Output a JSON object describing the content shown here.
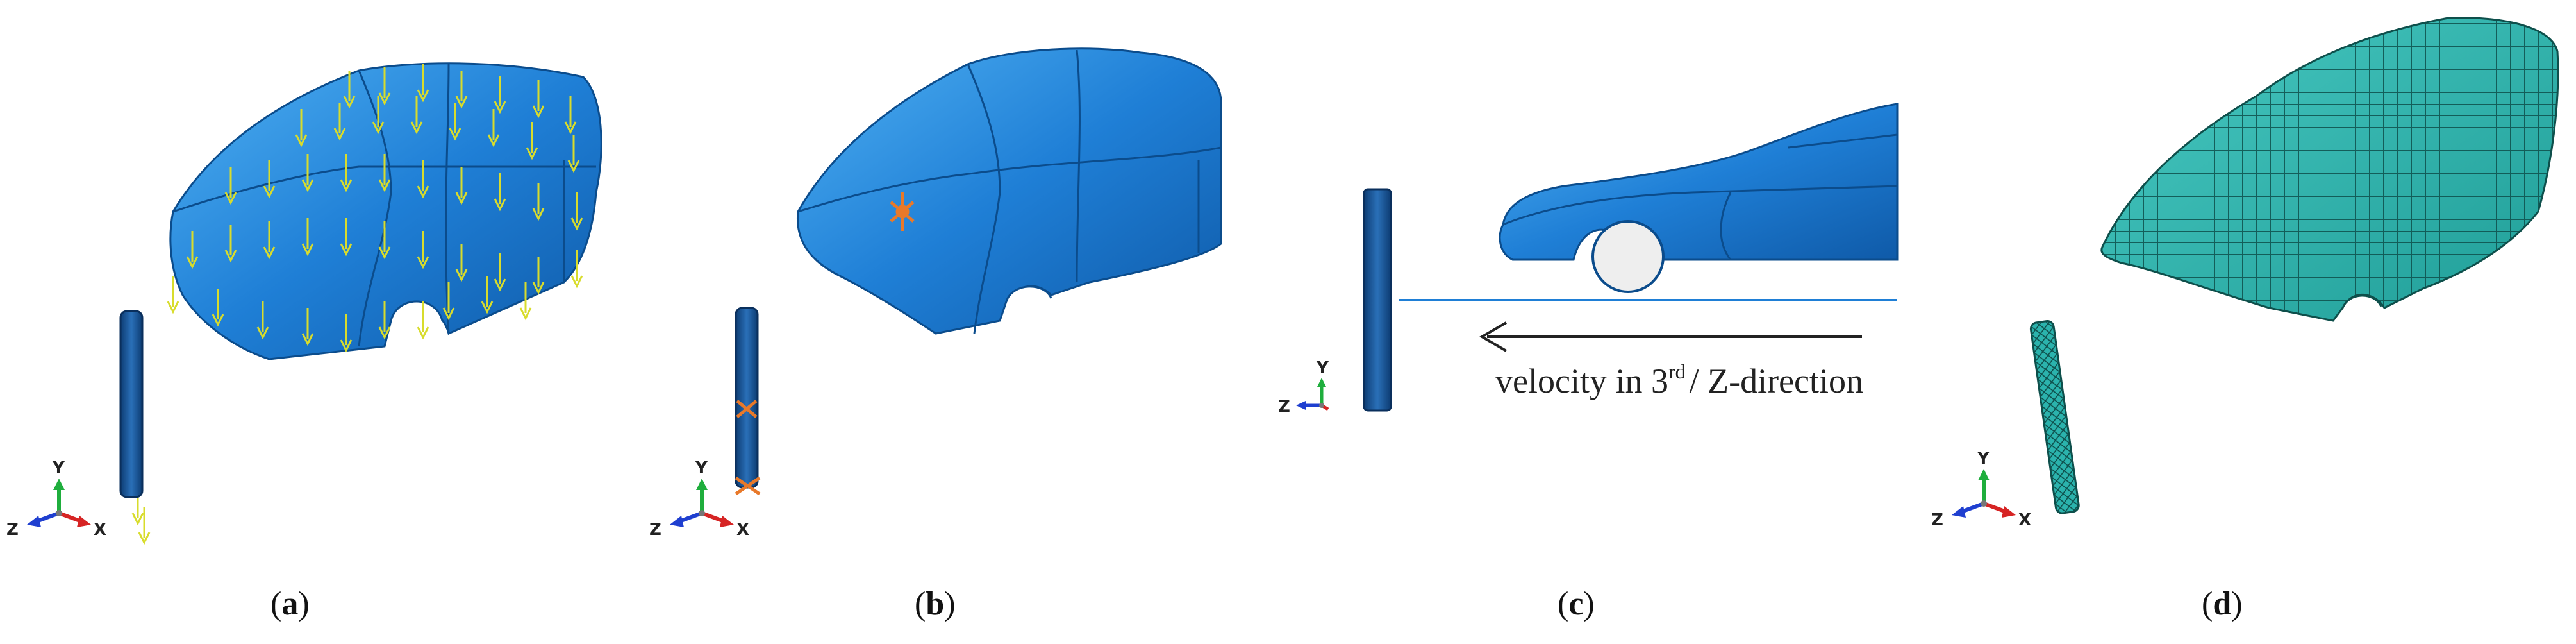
{
  "panels": [
    {
      "id": "a",
      "label": "a"
    },
    {
      "id": "b",
      "label": "b"
    },
    {
      "id": "c",
      "label": "c"
    },
    {
      "id": "d",
      "label": "d"
    }
  ],
  "axes": {
    "x": "X",
    "y": "Y",
    "z": "Z"
  },
  "velocity_text": {
    "prefix": "velocity in 3",
    "sup": "rd",
    "suffix": "/ Z-direction"
  },
  "colors": {
    "body_blue": "#1f7fd6",
    "body_light": "#3fa2ec",
    "body_dark": "#0c4f92",
    "pole_blue": "#15508f",
    "arrow_yellow": "#d8dc2c",
    "constraint_orange": "#e8792a",
    "mesh_teal": "#2bb3ad",
    "axis_red": "#d62424",
    "axis_green": "#1fae3d",
    "axis_blue": "#1f3fd0"
  }
}
